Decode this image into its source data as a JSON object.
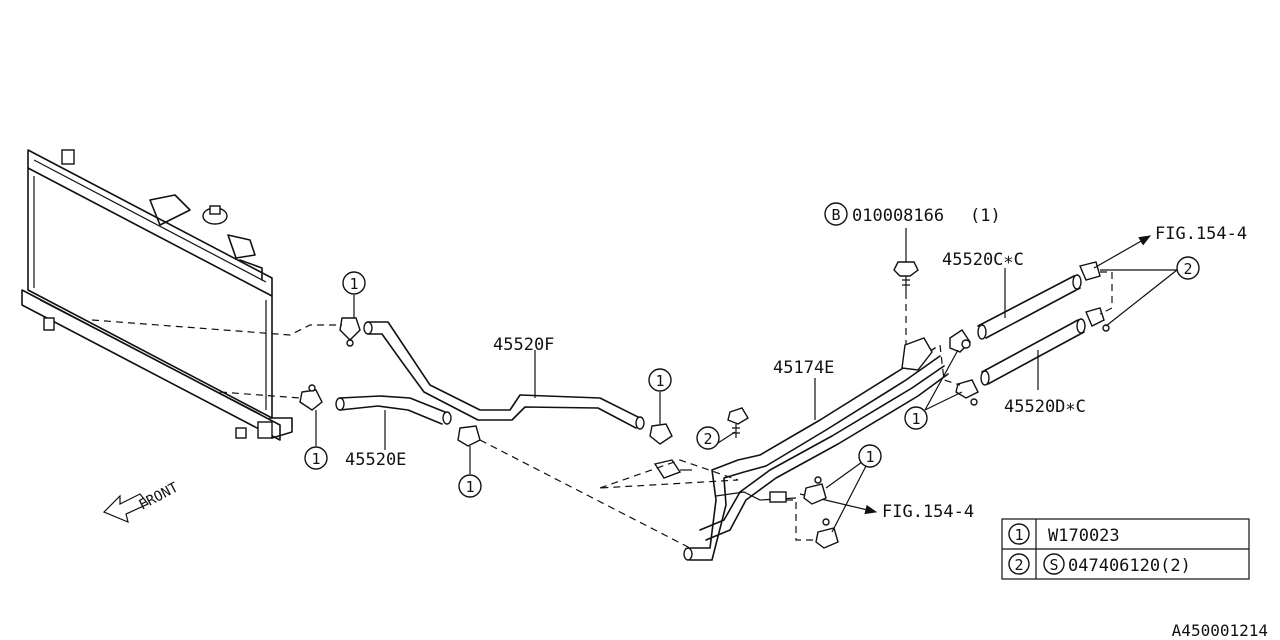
{
  "parts": {
    "bolt_ref": "010008166",
    "bolt_qty": "(1)",
    "bolt_circle": "B",
    "hose_c": "45520C∗C",
    "hose_d": "45520D∗C",
    "pipe": "45174E",
    "hose_f": "45520F",
    "hose_e": "45520E",
    "fig_upper": "FIG.154-4",
    "fig_lower": "FIG.154-4",
    "front": "FRONT"
  },
  "callouts": [
    "1",
    "2"
  ],
  "legend": {
    "rows": [
      {
        "key": "1",
        "value": "W170023"
      },
      {
        "key": "2",
        "circle": "S",
        "value": "047406120(2)"
      }
    ]
  },
  "diagram_id": "A450001214"
}
